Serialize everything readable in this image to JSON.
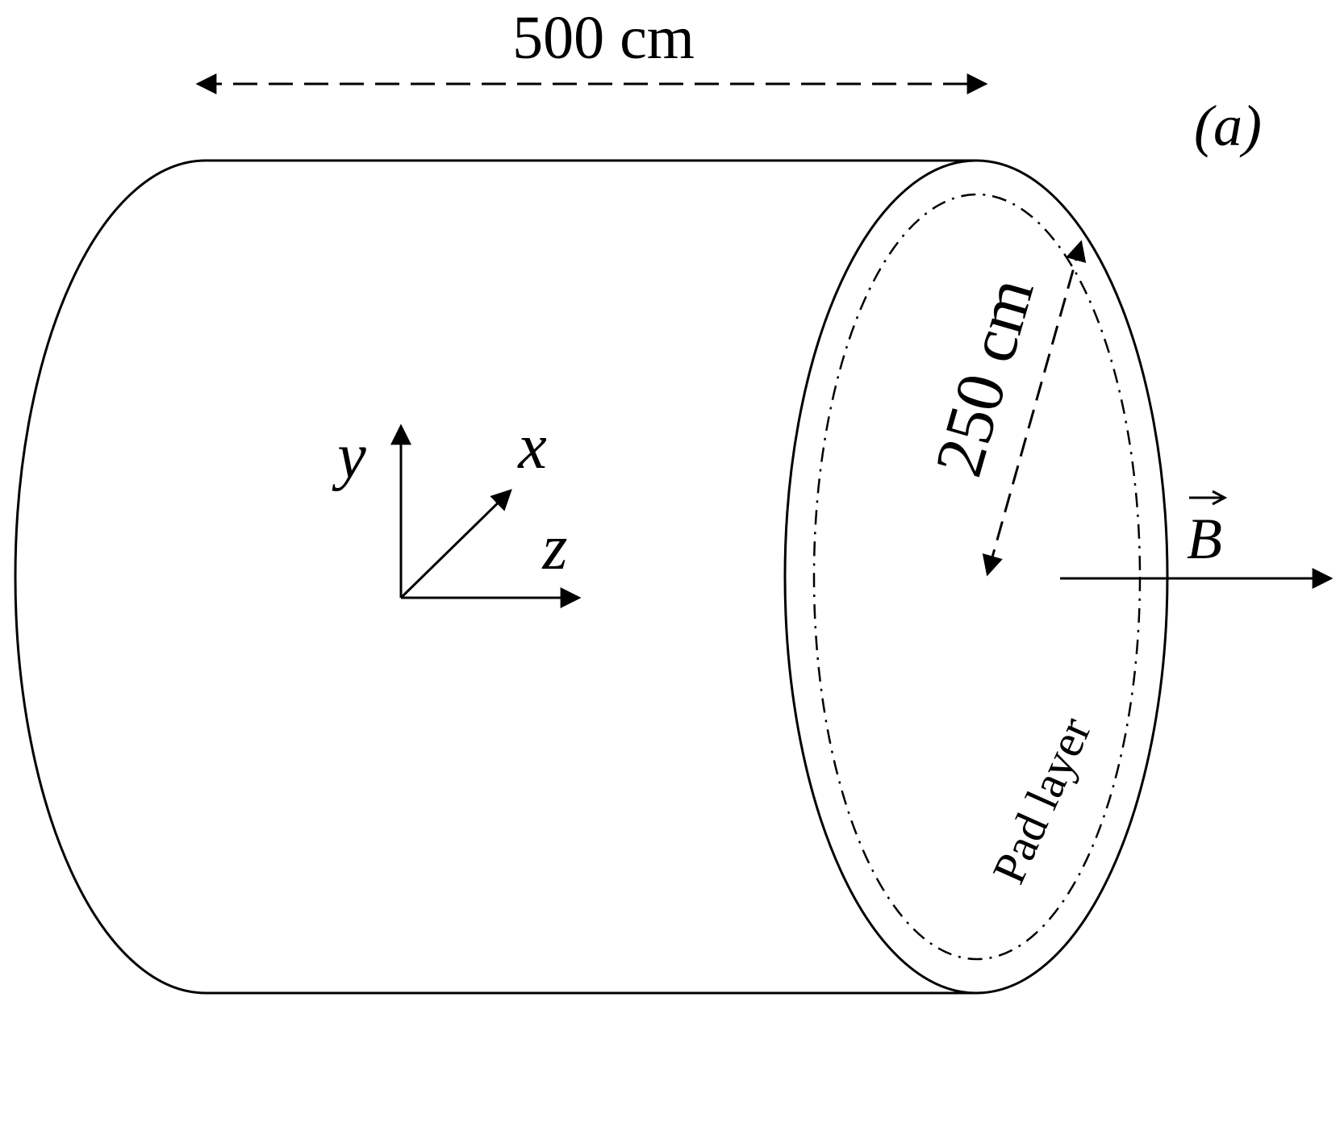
{
  "diagram": {
    "panel_label": "(a)",
    "length_label": "500 cm",
    "radius_label": "250 cm",
    "pad_layer_label": "Pad layer",
    "field_label": "B",
    "axes": {
      "x_label": "x",
      "y_label": "y",
      "z_label": "z"
    },
    "colors": {
      "stroke": "#000000",
      "background": "#ffffff"
    }
  }
}
